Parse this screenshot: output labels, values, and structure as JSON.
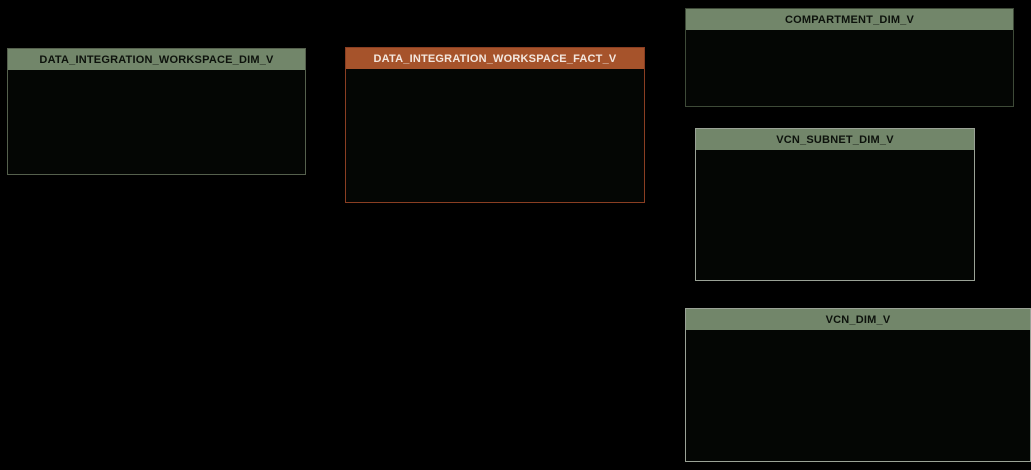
{
  "diagram": {
    "kind": "database-schema-diagram",
    "background_color": "#000000",
    "colors": {
      "dimension_header": "#72866a",
      "dimension_header_text": "#0d120c",
      "fact_header": "#a6532b",
      "fact_header_text": "#f3e7df"
    },
    "tables": [
      {
        "name": "DATA_INTEGRATION_WORKSPACE_DIM_V",
        "kind": "dimension",
        "header_color": "#72866a",
        "header_text_color": "#0d120c",
        "border_color": "#55604d"
      },
      {
        "name": "DATA_INTEGRATION_WORKSPACE_FACT_V",
        "kind": "fact",
        "header_color": "#a6532b",
        "header_text_color": "#f3e7df",
        "border_color": "#8a3e22"
      },
      {
        "name": "COMPARTMENT_DIM_V",
        "kind": "dimension",
        "header_color": "#72866a",
        "header_text_color": "#0d120c",
        "border_color": "#3e4a38"
      },
      {
        "name": "VCN_SUBNET_DIM_V",
        "kind": "dimension",
        "header_color": "#72866a",
        "header_text_color": "#0d120c",
        "border_color": "#9aa296"
      },
      {
        "name": "VCN_DIM_V",
        "kind": "dimension",
        "header_color": "#72866a",
        "header_text_color": "#0d120c",
        "border_color": "#9aa296"
      }
    ]
  }
}
